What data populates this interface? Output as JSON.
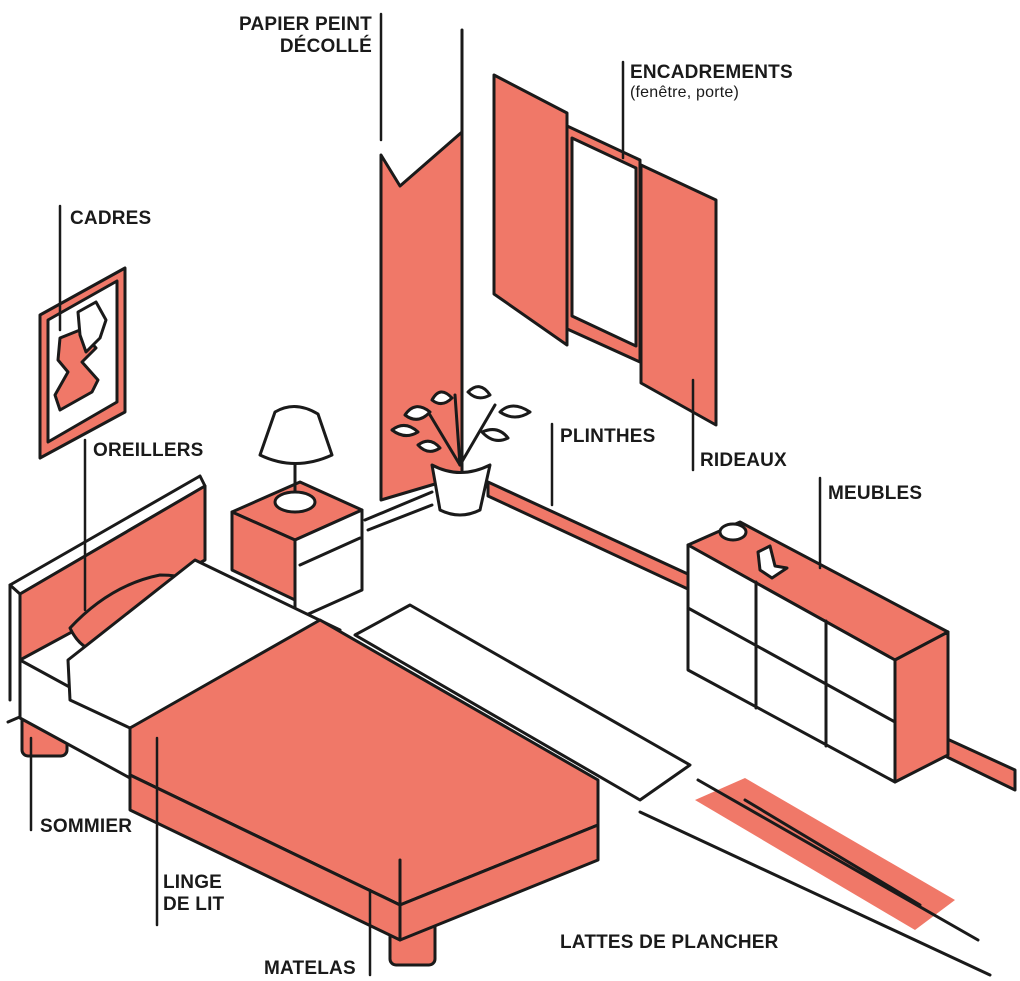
{
  "colors": {
    "accent": "#F07868",
    "line": "#1a1a1a",
    "background": "#ffffff"
  },
  "labels": {
    "papier_peint_1": "PAPIER PEINT",
    "papier_peint_2": "DÉCOLLÉ",
    "encadrements": "ENCADREMENTS",
    "encadrements_sub": "(fenêtre, porte)",
    "cadres": "CADRES",
    "oreillers": "OREILLERS",
    "plinthes": "PLINTHES",
    "rideaux": "RIDEAUX",
    "meubles": "MEUBLES",
    "sommier": "SOMMIER",
    "linge_1": "LINGE",
    "linge_2": "DE LIT",
    "lattes": "LATTES DE PLANCHER",
    "matelas": "MATELAS"
  }
}
